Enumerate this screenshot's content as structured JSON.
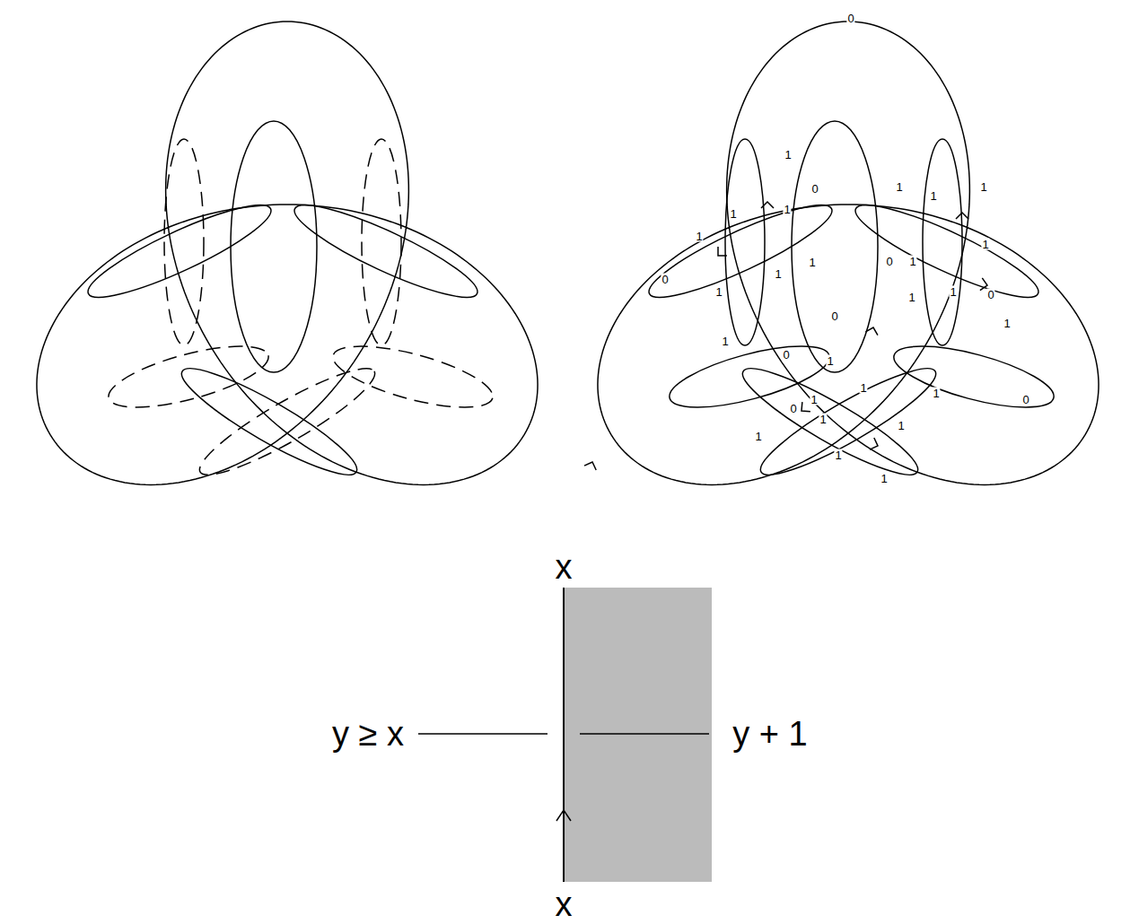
{
  "diagram": {
    "labels": [
      "0",
      "1",
      "0",
      "1",
      "1",
      "1",
      "1",
      "1",
      "1",
      "1",
      "0",
      "1",
      "1",
      "1",
      "0",
      "1",
      "1",
      "1",
      "0",
      "1",
      "0",
      "1",
      "0",
      "1",
      "1",
      "1",
      "1",
      "0",
      "1",
      "1",
      "0",
      "1",
      "1",
      "1",
      "x",
      "x",
      "y ≥ x",
      "y + 1"
    ]
  }
}
